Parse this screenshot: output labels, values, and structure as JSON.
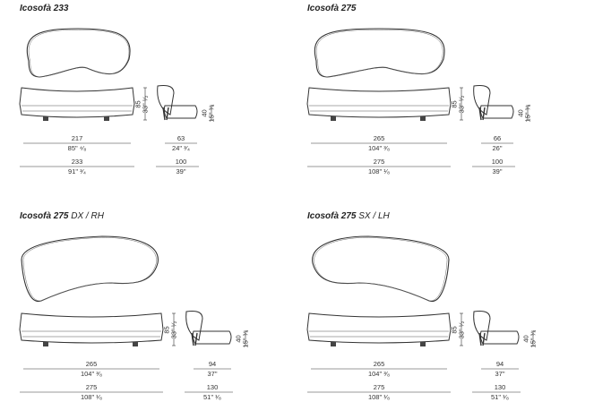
{
  "panels": [
    {
      "title": "Icosofà 233",
      "variant": "",
      "front": {
        "w_cm": "217",
        "w_in": "85\" ⁴⁄₈",
        "total_cm": "233",
        "total_in": "91\" ³⁄₄",
        "h_cm": "85",
        "h_in": "33\" ¹⁄₂"
      },
      "side": {
        "d_cm": "63",
        "d_in": "24\" ³⁄₄",
        "total_cm": "100",
        "total_in": "39\"",
        "h_cm": "40",
        "h_in": "15\" ³⁄₄"
      }
    },
    {
      "title": "Icosofà 275",
      "variant": "",
      "front": {
        "w_cm": "265",
        "w_in": "104\" ³⁄₈",
        "total_cm": "275",
        "total_in": "108\" ¹⁄₈",
        "h_cm": "85",
        "h_in": "33\" ¹⁄₂"
      },
      "side": {
        "d_cm": "66",
        "d_in": "26\"",
        "total_cm": "100",
        "total_in": "39\"",
        "h_cm": "40",
        "h_in": "15\" ³⁄₄"
      }
    },
    {
      "title": "Icosofà 275",
      "variant": "DX / RH",
      "front": {
        "w_cm": "265",
        "w_in": "104\" ³⁄₈",
        "total_cm": "275",
        "total_in": "108\" ¹⁄₈",
        "h_cm": "85",
        "h_in": "33\" ¹⁄₂"
      },
      "side": {
        "d_cm": "94",
        "d_in": "37\"",
        "total_cm": "130",
        "total_in": "51\" ¹⁄₈",
        "h_cm": "40",
        "h_in": "15\" ³⁄₄"
      }
    },
    {
      "title": "Icosofà 275",
      "variant": "SX / LH",
      "front": {
        "w_cm": "265",
        "w_in": "104\" ³⁄₈",
        "total_cm": "275",
        "total_in": "108\" ¹⁄₈",
        "h_cm": "85",
        "h_in": "33\" ¹⁄₂"
      },
      "side": {
        "d_cm": "94",
        "d_in": "37\"",
        "total_cm": "130",
        "total_in": "51\" ¹⁄₈",
        "h_cm": "40",
        "h_in": "15\" ³⁄₄"
      }
    }
  ]
}
